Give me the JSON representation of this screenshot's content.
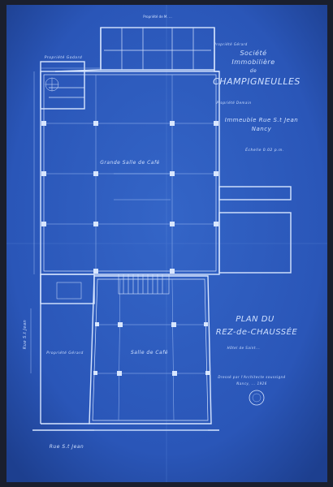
{
  "colors": {
    "paper": "#2a56b8",
    "paper_dark": "#1d3f8f",
    "line": "#d8e6ff",
    "faint": "#9fbcf2",
    "frame": "#1a1f2e"
  },
  "title_block": {
    "line1": "Société",
    "line2": "Immobilière",
    "line3": "de",
    "line4": "CHAMPIGNEULLES",
    "line5": "Immeuble Rue S.t Jean",
    "line6": "Nancy"
  },
  "plan_title": {
    "line1": "PLAN DU",
    "line2": "REZ-de-CHAUSSÉE"
  },
  "rooms": {
    "grande_salle": "Grande Salle de Café",
    "salle": "Salle de Café"
  },
  "labels": {
    "rue_top": "Propriété de M. ...",
    "propriete_left_top": "Propriété Godard",
    "propriete_right_top": "Propriété Gérard",
    "propriete_right_mid": "Propriété Demain",
    "rue_side": "Rue S.t Jean",
    "propriete_left_bottom": "Propriété Gérard",
    "right_side": "Hôtel de Saint...",
    "rue_bottom": "Rue S.t Jean",
    "echelle": "Échelle 0.02 p.m.",
    "signature_line1": "Dressé par l'Architecte soussigné",
    "signature_line2": "Nancy, ... 1926"
  }
}
